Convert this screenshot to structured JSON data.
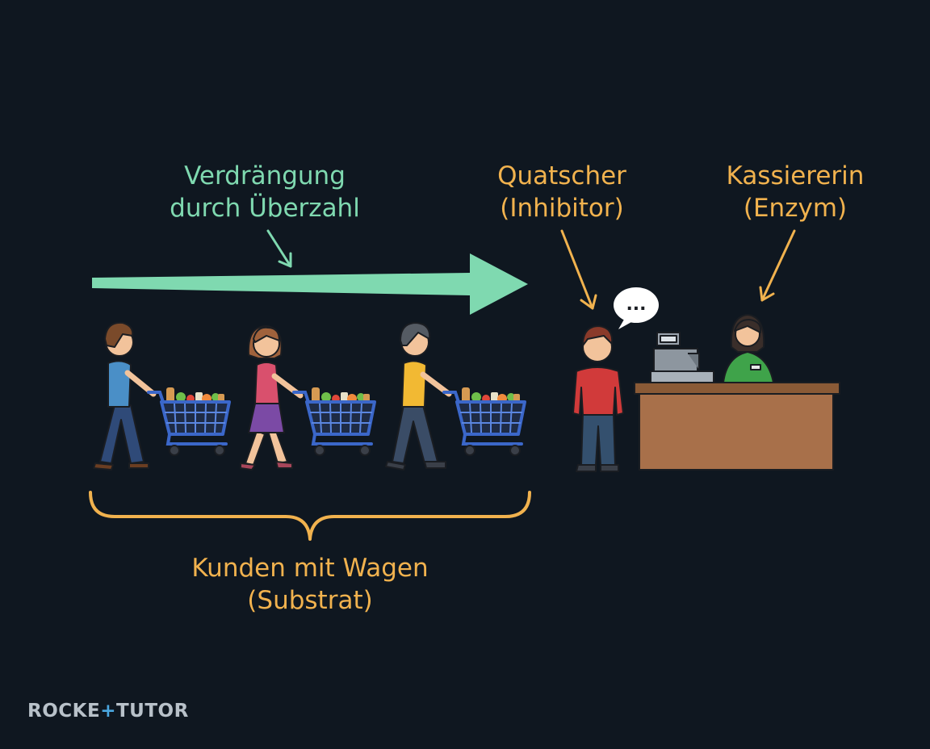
{
  "labels": {
    "verdraengung": {
      "line1": "Verdrängung",
      "line2": "durch Überzahl"
    },
    "quatscher": {
      "line1": "Quatscher",
      "line2": "(Inhibitor)"
    },
    "kassiererin": {
      "line1": "Kassiererin",
      "line2": "(Enzym)"
    },
    "kunden": {
      "line1": "Kunden mit Wagen",
      "line2": "(Substrat)"
    }
  },
  "speech_bubble": {
    "text": "..."
  },
  "brand": {
    "left": "ROCKE",
    "plus": "+",
    "right": "TUTOR"
  },
  "colors": {
    "background": "#0f1720",
    "arrow_green": "#7fd9b0",
    "label_orange": "#f1b24e",
    "counter": "#a8704a",
    "cart_blue": "#3b67c9"
  },
  "icons": [
    "speech-bubble-icon",
    "cash-register-icon",
    "shopping-cart-icon",
    "person-icon"
  ]
}
